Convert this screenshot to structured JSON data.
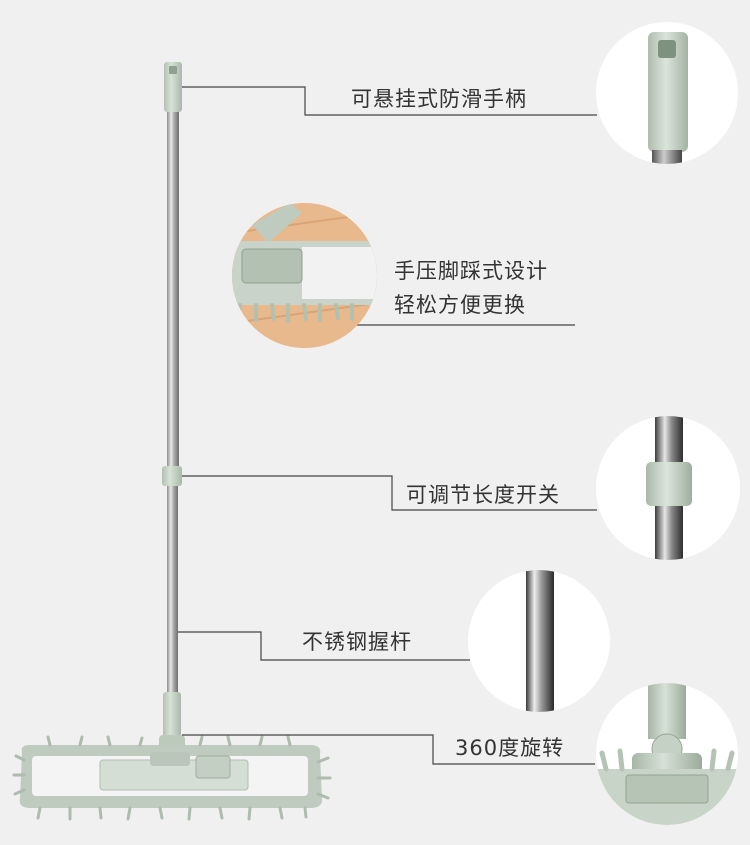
{
  "features": [
    {
      "text": "可悬挂式防滑手柄"
    },
    {
      "line1": "手压脚踩式设计",
      "line2": "轻松方便更换"
    },
    {
      "text": "可调节长度开关"
    },
    {
      "text": "不锈钢握杆"
    },
    {
      "text": "360度旋转"
    }
  ],
  "colors": {
    "background": "#f0f0f0",
    "plastic": "#c7d3c7",
    "steel": "#b8b8b8",
    "line": "#444444",
    "text": "#333333"
  }
}
